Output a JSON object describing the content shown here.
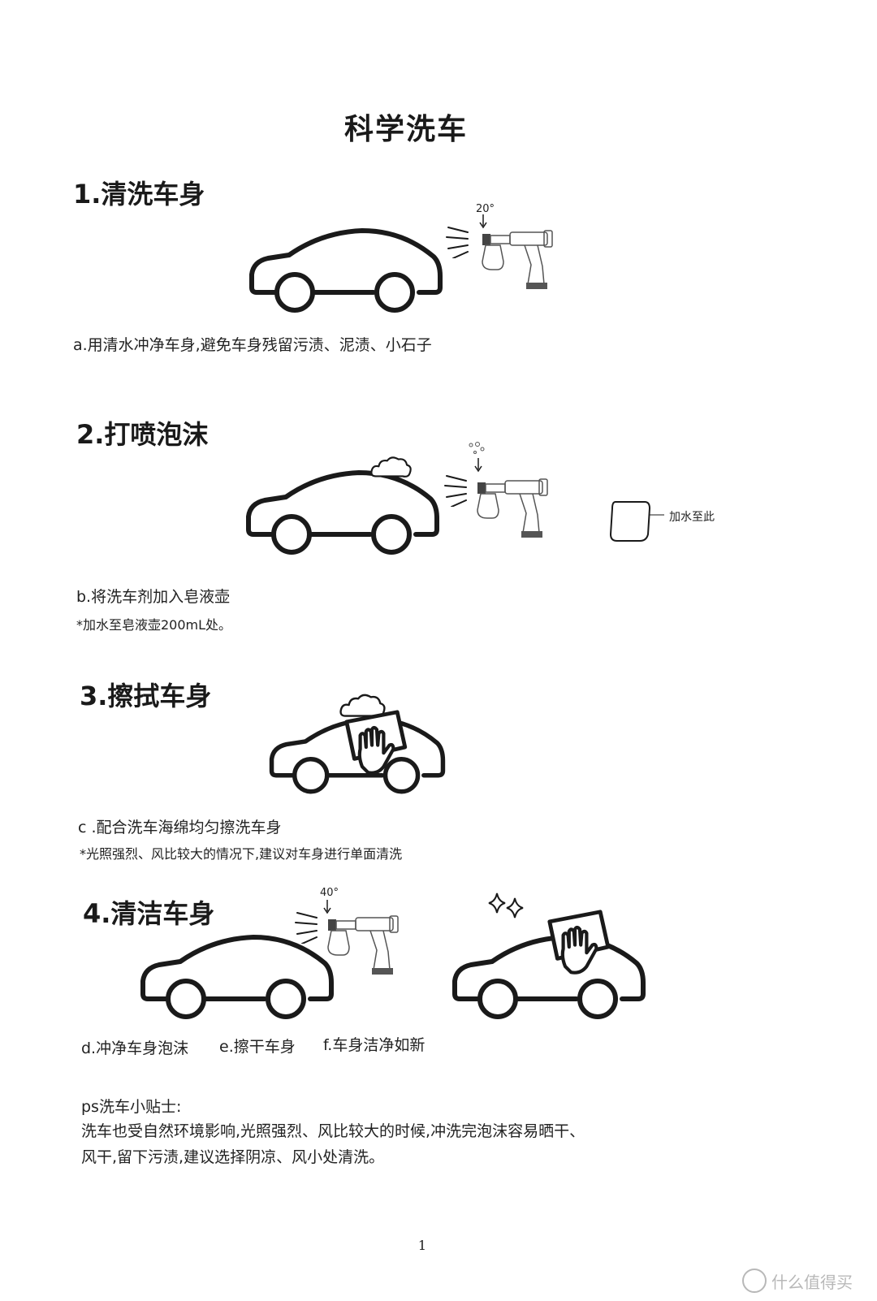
{
  "doc_title": "科学洗车",
  "sections": [
    {
      "heading": "1.清洗车身",
      "angle": "20°",
      "caption": "a.用清水冲净车身,避免车身残留污渍、泥渍、小石子"
    },
    {
      "heading": "2.打喷泡沫",
      "bottle_label": "加水至此",
      "caption": "b.将洗车剂加入皂液壶",
      "note": "*加水至皂液壶200mL处。"
    },
    {
      "heading": "3.擦拭车身",
      "caption": "c .配合洗车海绵均匀擦洗车身",
      "note": "*光照强烈、风比较大的情况下,建议对车身进行单面清洗"
    },
    {
      "heading": "4.清洁车身",
      "angle": "40°",
      "captions": [
        "d.冲净车身泡沫",
        "e.擦干车身",
        "f.车身洁净如新"
      ]
    }
  ],
  "tips": {
    "title": "ps洗车小贴士:",
    "lines": [
      "洗车也受自然环境影响,光照强烈、风比较大的时候,冲洗完泡沫容易晒干、",
      "风干,留下污渍,建议选择阴凉、风小处清洗。"
    ]
  },
  "page_number": "1",
  "watermark": "什么值得买",
  "icons": [
    "car-icon",
    "foam-gun-icon",
    "foam-cloud-icon",
    "hand-sponge-icon",
    "bottle-icon",
    "sparkle-icon"
  ]
}
